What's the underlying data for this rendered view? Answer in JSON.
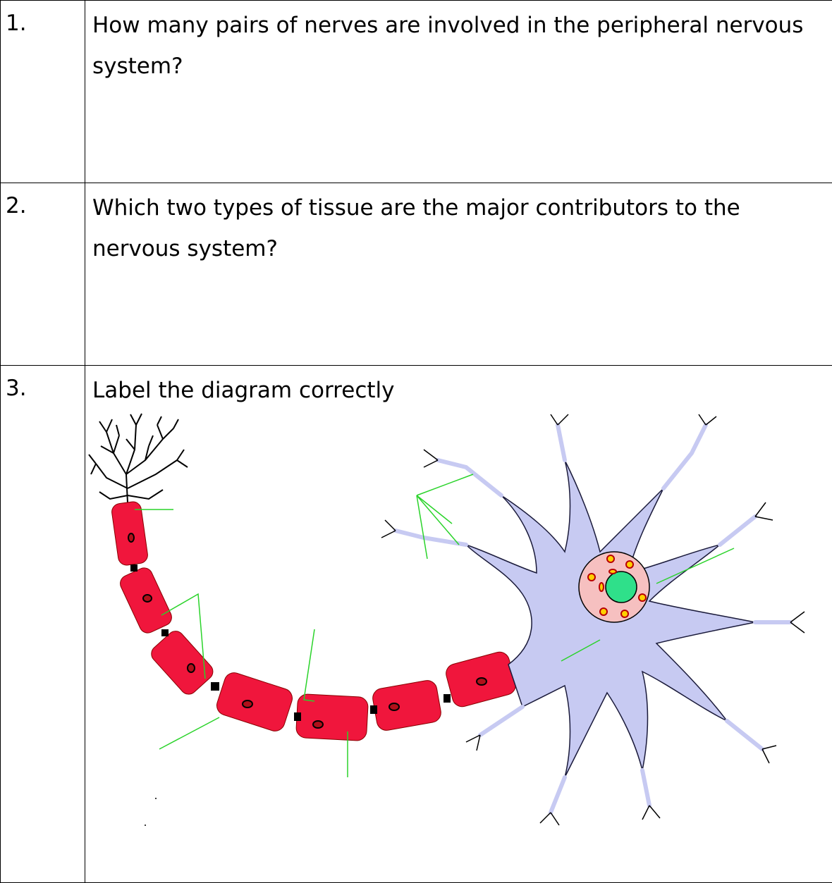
{
  "questions": [
    {
      "number": "1.",
      "text": "How many pairs of nerves are involved in the peripheral nervous system?"
    },
    {
      "number": "2.",
      "text": "Which two types of tissue are the major contributors to the nervous system?"
    },
    {
      "number": "3.",
      "text": "Label the diagram correctly"
    }
  ],
  "colors": {
    "border": "#000000",
    "myelin_sheath": "#f0163c",
    "cell_body": "#c7caf2",
    "cell_body_outline": "#1a1a3a",
    "nucleus_region": "#f6c0c0",
    "nucleolus": "#2fe08a",
    "label_lines": "#2ad32a",
    "axon_terminal": "#000000",
    "node_gap": "#000000",
    "organelle_fill": "#ffd000",
    "organelle_outline": "#b80000"
  },
  "diagram_parts": [
    "axon-terminal-icon",
    "myelin-sheath-icon",
    "schwann-cell-nucleus-icon",
    "node-of-ranvier-icon",
    "cell-body-icon",
    "nucleus-icon",
    "dendrites-icon",
    "label-pointer-lines"
  ]
}
